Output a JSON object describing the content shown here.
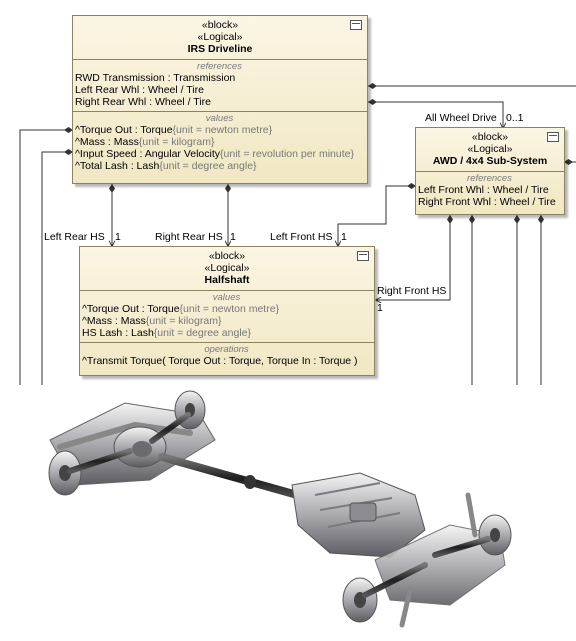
{
  "diagram": {
    "blocks": {
      "irs_driveline": {
        "stereotypes": [
          "«block»",
          "«Logical»"
        ],
        "name": "IRS Driveline",
        "references_title": "references",
        "references": [
          "RWD Transmission : Transmission",
          "Left Rear Whl : Wheel / Tire",
          "Right Rear Whl : Wheel / Tire"
        ],
        "values_title": "values",
        "values": [
          {
            "text": "^Torque Out : Torque",
            "unit": "{unit = newton metre}"
          },
          {
            "text": "^Mass : Mass",
            "unit": "{unit = kilogram}"
          },
          {
            "text": "^Input Speed : Angular Velocity",
            "unit": "{unit = revolution per minute}"
          },
          {
            "text": "^Total Lash : Lash",
            "unit": "{unit = degree angle}"
          }
        ]
      },
      "awd_subsystem": {
        "stereotypes": [
          "«block»",
          "«Logical»"
        ],
        "name": "AWD / 4x4 Sub-System",
        "references_title": "references",
        "references": [
          "Left Front Whl : Wheel / Tire",
          "Right Front Whl : Wheel / Tire"
        ]
      },
      "halfshaft": {
        "stereotypes": [
          "«block»",
          "«Logical»"
        ],
        "name": "Halfshaft",
        "values_title": "values",
        "values": [
          {
            "text": "^Torque Out : Torque",
            "unit": "{unit = newton metre}"
          },
          {
            "text": "^Mass : Mass",
            "unit": "{unit = kilogram}"
          },
          {
            "text": "HS Lash : Lash",
            "unit": "{unit = degree angle}"
          }
        ],
        "operations_title": "operations",
        "operations": [
          "^Transmit Torque( Torque Out : Torque, Torque In : Torque )"
        ]
      }
    },
    "association_labels": {
      "all_wheel_drive": "All Wheel Drive",
      "all_wheel_drive_mult": "0..1",
      "left_rear_hs": "Left Rear HS",
      "left_rear_hs_mult": "1",
      "right_rear_hs": "Right Rear HS",
      "right_rear_hs_mult": "1",
      "left_front_hs": "Left Front HS",
      "left_front_hs_mult": "1",
      "right_front_hs": "Right Front HS",
      "right_front_hs_mult": "1"
    },
    "colors": {
      "block_fill": "#f4ecd0",
      "block_border": "#8e8360",
      "line": "#333333"
    },
    "image_subject": "driveline-photo"
  }
}
